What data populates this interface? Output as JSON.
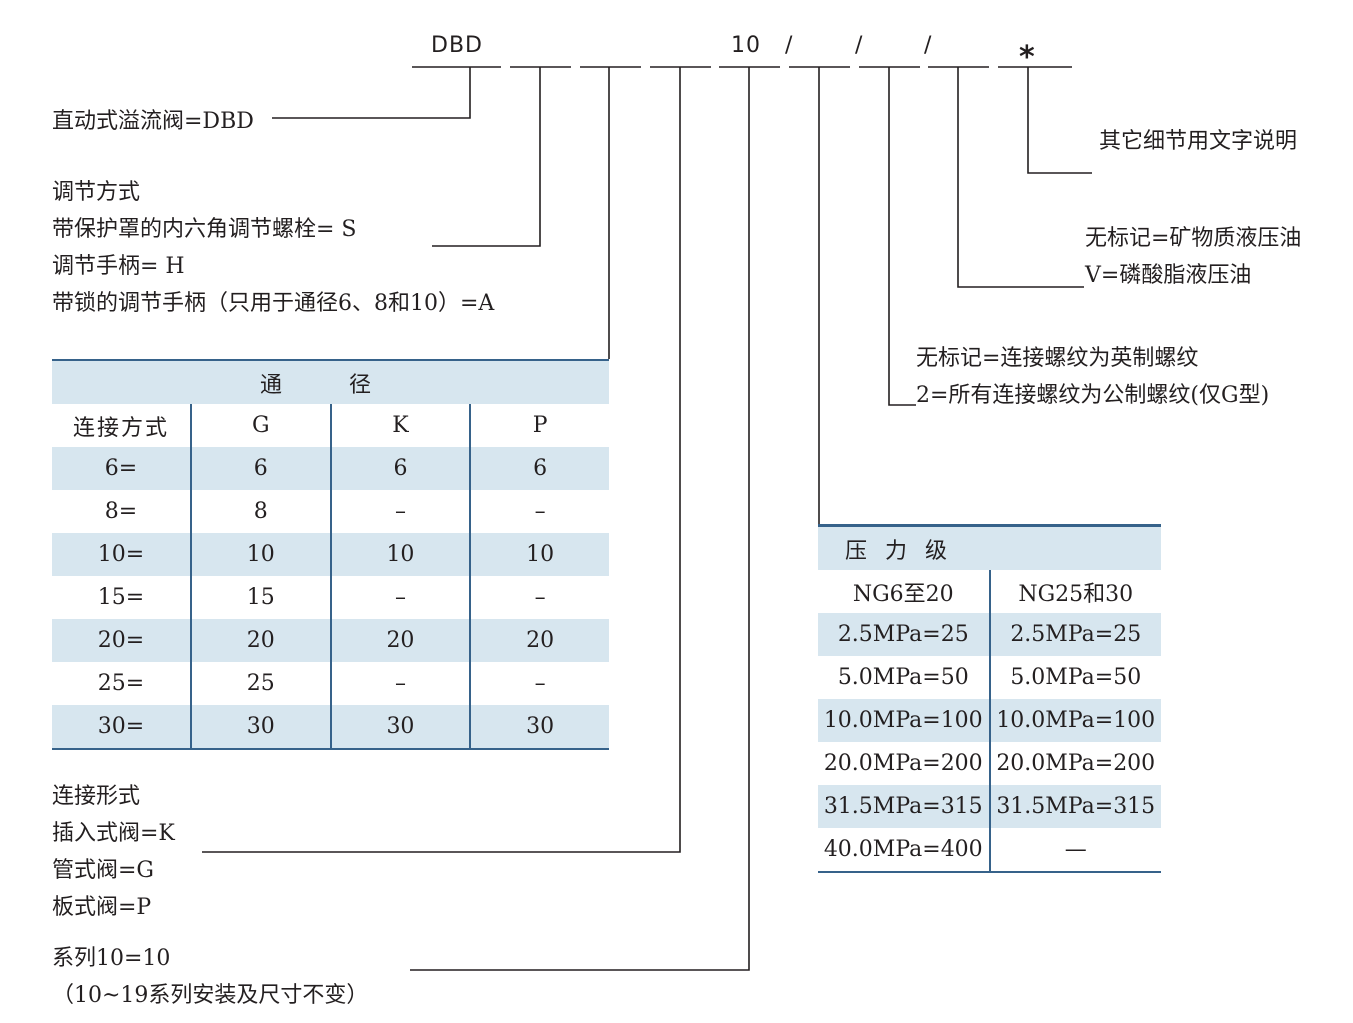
{
  "code": {
    "prefix": "DBD",
    "series": "10",
    "slash1": "/",
    "slash2": "/",
    "slash3": "/",
    "star": "*"
  },
  "labels": {
    "dbd": "直动式溢流阀=DBD",
    "adjust_title": "调节方式",
    "adjust_s": "带保护罩的内六角调节螺栓= S",
    "adjust_h": "调节手柄= H",
    "adjust_a": "带锁的调节手柄（只用于通径6、8和10）=A",
    "other": "其它细节用文字说明",
    "seal_none": "无标记=矿物质液压油",
    "seal_v": "V=磷酸脂液压油",
    "thread_none": "无标记=连接螺纹为英制螺纹",
    "thread_2": "2=所有连接螺纹为公制螺纹(仅G型)",
    "conn_title": "连接形式",
    "conn_k": "插入式阀=K",
    "conn_g": "管式阀=G",
    "conn_p": "板式阀=P",
    "series_10": "系列10=10",
    "series_note": "（10~19系列安装及尺寸不变）"
  },
  "diameter_table": {
    "title": "通  径",
    "headers": [
      "连接方式",
      "G",
      "K",
      "P"
    ],
    "rows": [
      [
        "6=",
        "6",
        "6",
        "6"
      ],
      [
        "8=",
        "8",
        "–",
        "–"
      ],
      [
        "10=",
        "10",
        "10",
        "10"
      ],
      [
        "15=",
        "15",
        "–",
        "–"
      ],
      [
        "20=",
        "20",
        "20",
        "20"
      ],
      [
        "25=",
        "25",
        "–",
        "–"
      ],
      [
        "30=",
        "30",
        "30",
        "30"
      ]
    ]
  },
  "pressure_table": {
    "title": "压力级",
    "headers": [
      "NG6至20",
      "NG25和30"
    ],
    "rows": [
      [
        "2.5MPa=25",
        "2.5MPa=25"
      ],
      [
        "5.0MPa=50",
        "5.0MPa=50"
      ],
      [
        "10.0MPa=100",
        "10.0MPa=100"
      ],
      [
        "20.0MPa=200",
        "20.0MPa=200"
      ],
      [
        "31.5MPa=315",
        "31.5MPa=315"
      ],
      [
        "40.0MPa=400",
        "—"
      ]
    ]
  },
  "colors": {
    "table_shade": "#d7e6ef",
    "table_rule": "#36628a",
    "line": "#231f20"
  }
}
